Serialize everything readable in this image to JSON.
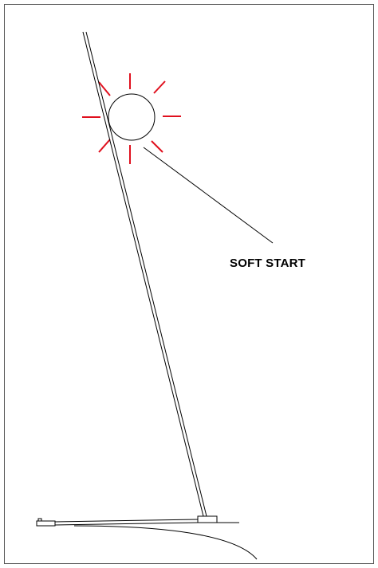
{
  "diagram": {
    "callout_label": "SOFT START",
    "colors": {
      "frame": "#555555",
      "lines": "#000000",
      "rays": "#e0101e",
      "background": "#ffffff"
    },
    "parts": {
      "lamp_head": "circle",
      "rays": "red-light-rays",
      "pole": "tall-slanted-pole",
      "base": "base-plate",
      "cable": "power-cable",
      "plug": "cable-plug",
      "floor": "floor-line"
    },
    "ray_count": 8
  }
}
